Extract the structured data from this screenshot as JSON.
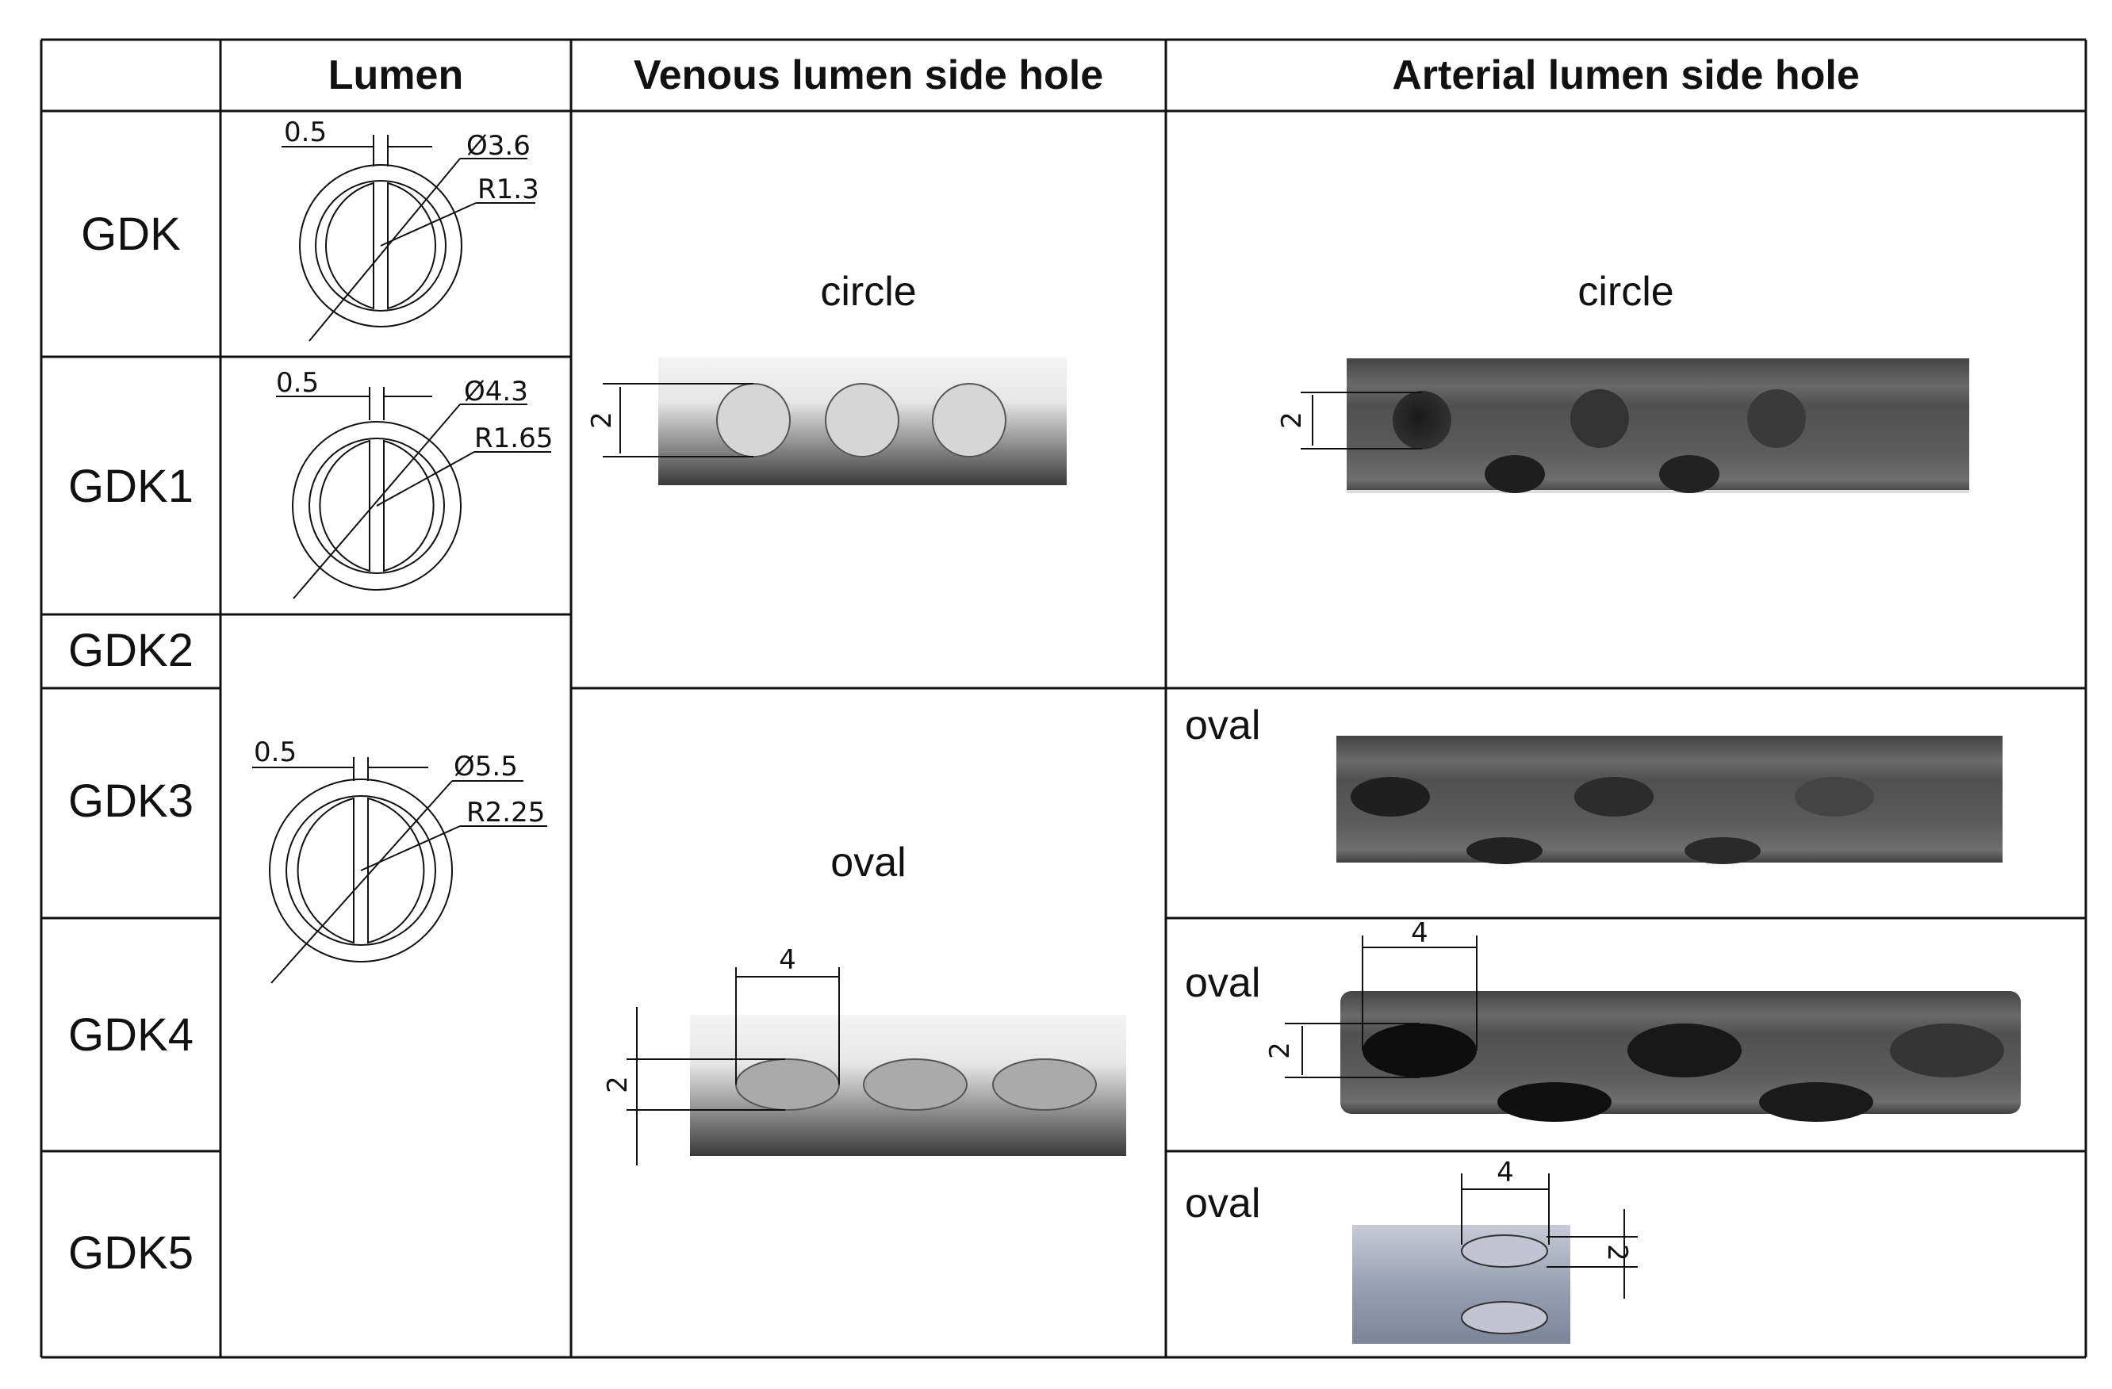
{
  "headers": {
    "corner": "",
    "lumen": "Lumen",
    "venous": "Venous lumen side hole",
    "arterial": "Arterial lumen side hole"
  },
  "rows": [
    "GDK",
    "GDK1",
    "GDK2",
    "GDK3",
    "GDK4",
    "GDK5"
  ],
  "lumen_drawings": [
    {
      "gap": "0.5",
      "diameter": "Ø3.6",
      "radius": "R1.3"
    },
    {
      "gap": "0.5",
      "diameter": "Ø4.3",
      "radius": "R1.65"
    },
    {
      "gap": "0.5",
      "diameter": "Ø5.5",
      "radius": "R2.25"
    }
  ],
  "venous": {
    "top": {
      "shape": "circle",
      "dim": "2"
    },
    "bottom": {
      "shape": "oval",
      "width_dim": "4",
      "height_dim": "2"
    }
  },
  "arterial": {
    "top": {
      "shape": "circle",
      "dim": "2"
    },
    "gdk3": {
      "shape": "oval"
    },
    "gdk4": {
      "shape": "oval",
      "width_dim": "4",
      "height_dim": "2"
    },
    "gdk5": {
      "shape": "oval",
      "width_dim": "4",
      "height_dim": "2"
    }
  },
  "colors": {
    "tube_dark": "#3e3e3e",
    "tube_light": "#f2f2f2",
    "hole_light": "#d6d6d6",
    "tube_blue": "#9aa0b5"
  }
}
